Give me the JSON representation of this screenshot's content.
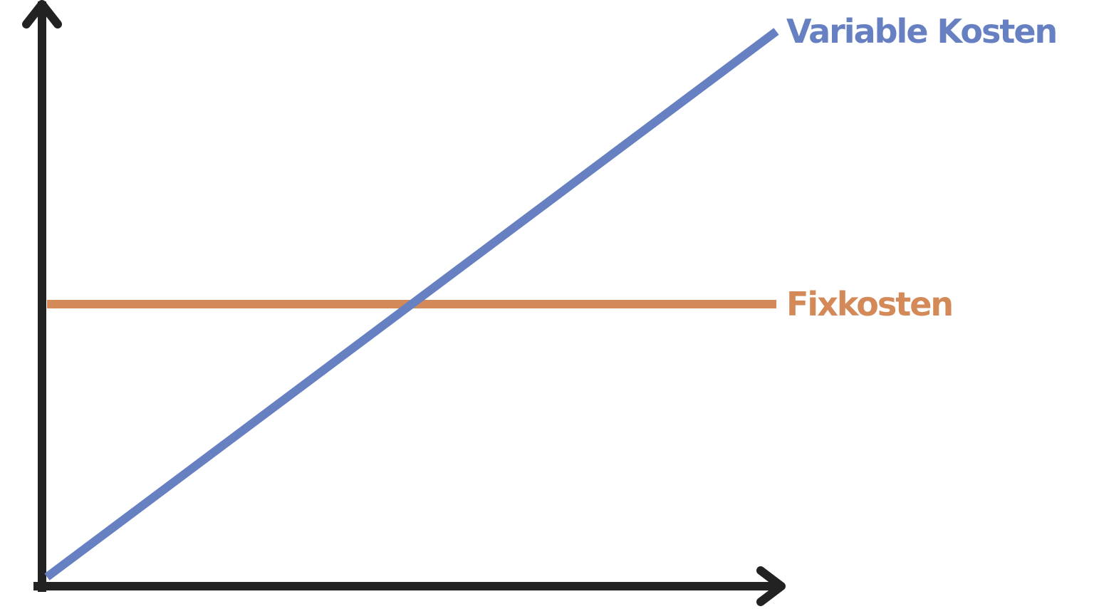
{
  "chart_data": {
    "type": "line",
    "title": "",
    "xlabel": "",
    "ylabel": "",
    "xlim": [
      0,
      10
    ],
    "ylim": [
      0,
      10
    ],
    "grid": false,
    "legend": "inline labels at line ends",
    "axis_color": "#222222",
    "series": [
      {
        "name": "Variable Kosten",
        "color": "#6680C2",
        "x": [
          0,
          10
        ],
        "y": [
          0,
          10
        ]
      },
      {
        "name": "Fixkosten",
        "color": "#D48A58",
        "x": [
          0,
          10
        ],
        "y": [
          5,
          5
        ]
      }
    ]
  }
}
